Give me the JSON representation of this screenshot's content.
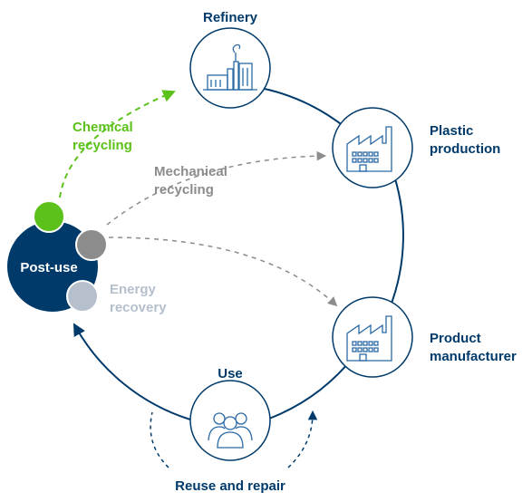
{
  "stages": {
    "refinery": "Refinery",
    "plastic_production_1": "Plastic",
    "plastic_production_2": "production",
    "product_manufacturer_1": "Product",
    "product_manufacturer_2": "manufacturer",
    "use": "Use",
    "reuse": "Reuse and repair"
  },
  "post_use": "Post-use",
  "pathways": {
    "chemical_1": "Chemical",
    "chemical_2": "recycling",
    "mechanical_1": "Mechanical",
    "mechanical_2": "recycling",
    "energy_1": "Energy",
    "energy_2": "recovery"
  },
  "colors": {
    "navy": "#003a6a",
    "green": "#5cc21b",
    "gray": "#8c8c8c",
    "light_gray": "#b5c0cc",
    "icon_blue": "#2a6aa6"
  },
  "icons": [
    "refinery-icon",
    "factory-icon",
    "users-icon"
  ]
}
